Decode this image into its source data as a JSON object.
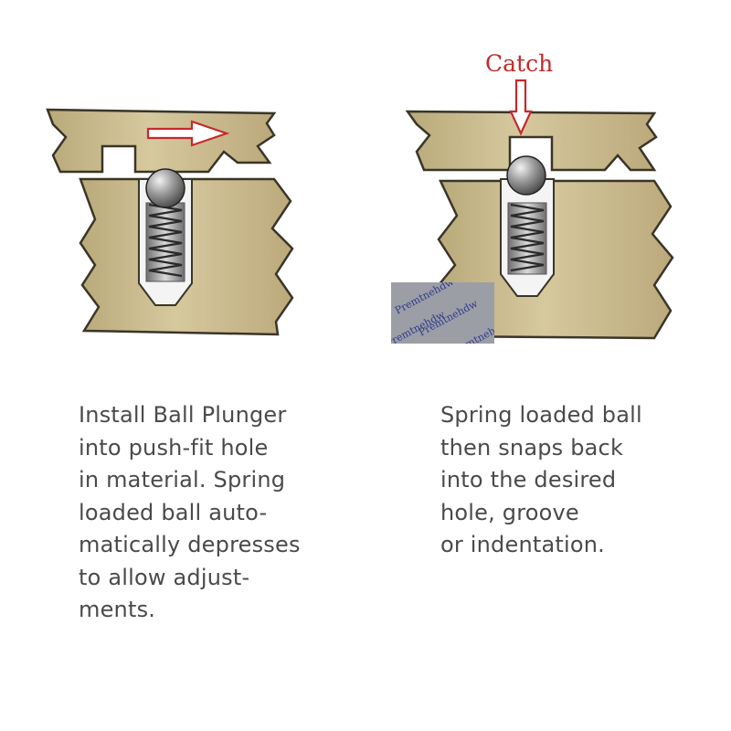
{
  "left_panel": {
    "caption": "Install Ball Plunger\ninto push-fit hole\nin material.  Spring\nloaded ball auto-\nmatically depresses\nto allow adjust-\nments."
  },
  "right_panel": {
    "catch_label": "Catch",
    "caption": "Spring loaded ball\nthen snaps back\ninto the desired\nhole, groove\nor indentation."
  },
  "watermark": {
    "text": "Premtnehdw"
  },
  "colors": {
    "material": "#c8b98c",
    "material_edge": "#3a3528",
    "arrow_red": "#c8282c",
    "hole_white": "#ffffff",
    "ball_gray": "#8a8a8a",
    "caption_text": "#4a4a4a"
  }
}
